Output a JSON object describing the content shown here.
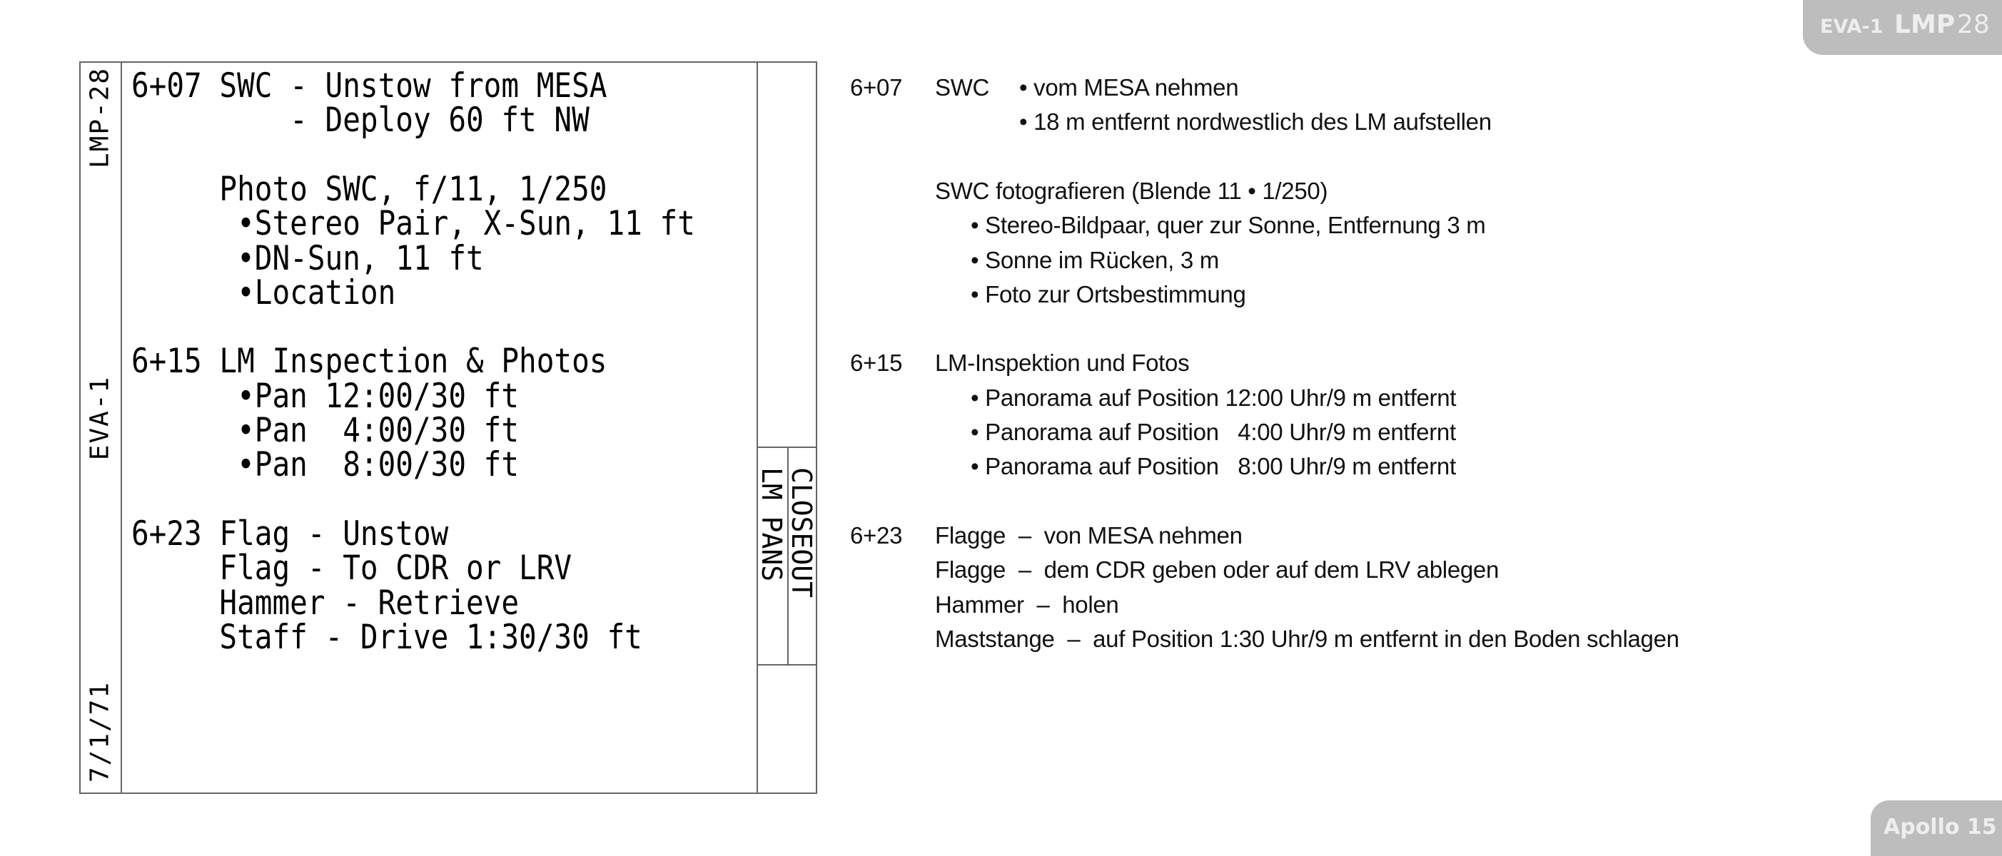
{
  "header_tab": {
    "eva": "EVA-1",
    "role": "LMP",
    "page": "28"
  },
  "footer_tab": {
    "mission": "Apollo 15"
  },
  "checklist_card": {
    "side_labels": {
      "page_id": "LMP-28",
      "eva": "EVA-1",
      "date": "7/1/71"
    },
    "right_labels": {
      "closeout": "CLOSEOUT",
      "lm_pans": "LM PANS"
    },
    "lines": [
      {
        "row": 0,
        "text": "6+07 SWC - Unstow from MESA"
      },
      {
        "row": 1,
        "text": "         - Deploy 60 ft NW"
      },
      {
        "row": 3,
        "text": "     Photo SWC, f/11, 1/250"
      },
      {
        "row": 4,
        "text": "      •Stereo Pair, X-Sun, 11 ft"
      },
      {
        "row": 5,
        "text": "      •DN-Sun, 11 ft"
      },
      {
        "row": 6,
        "text": "      •Location"
      },
      {
        "row": 8,
        "text": "6+15 LM Inspection & Photos"
      },
      {
        "row": 9,
        "text": "      •Pan 12:00/30 ft"
      },
      {
        "row": 10,
        "text": "      •Pan  4:00/30 ft"
      },
      {
        "row": 11,
        "text": "      •Pan  8:00/30 ft"
      },
      {
        "row": 13,
        "text": "6+23 Flag - Unstow"
      },
      {
        "row": 14,
        "text": "     Flag - To CDR or LRV"
      },
      {
        "row": 15,
        "text": "     Hammer - Retrieve"
      },
      {
        "row": 16,
        "text": "     Staff - Drive 1:30/30 ft"
      }
    ]
  },
  "translation": {
    "times": [
      "6+07",
      "6+15",
      "6+23"
    ],
    "swc_label": "SWC",
    "lines": [
      {
        "row": 0,
        "level": "b1",
        "text": "• vom MESA nehmen"
      },
      {
        "row": 1,
        "level": "b1",
        "text": "• 18 m entfernt nordwestlich des LM aufstellen"
      },
      {
        "row": 3,
        "level": "c2",
        "text": "SWC fotografieren (Blende 11 • 1/250)"
      },
      {
        "row": 4,
        "level": "b2",
        "text": "• Stereo-Bildpaar, quer zur Sonne, Entfernung 3 m"
      },
      {
        "row": 5,
        "level": "b2",
        "text": "• Sonne im Rücken, 3 m"
      },
      {
        "row": 6,
        "level": "b2",
        "text": "• Foto zur Ortsbestimmung"
      },
      {
        "row": 8,
        "level": "c2",
        "text": "LM-Inspektion und Fotos"
      },
      {
        "row": 9,
        "level": "b2",
        "text": "• Panorama auf Position 12:00 Uhr/9 m entfernt"
      },
      {
        "row": 10,
        "level": "b2",
        "text": "• Panorama auf Position   4:00 Uhr/9 m entfernt"
      },
      {
        "row": 11,
        "level": "b2",
        "text": "• Panorama auf Position   8:00 Uhr/9 m entfernt"
      },
      {
        "row": 13,
        "level": "c2",
        "text": "Flagge  –  von MESA nehmen"
      },
      {
        "row": 14,
        "level": "c2",
        "text": "Flagge  –  dem CDR geben oder auf dem LRV ablegen"
      },
      {
        "row": 15,
        "level": "c2",
        "text": "Hammer  –  holen"
      },
      {
        "row": 16,
        "level": "c2",
        "text": "Maststange  –  auf Position 1:30 Uhr/9 m entfernt in den Boden schlagen"
      }
    ]
  }
}
